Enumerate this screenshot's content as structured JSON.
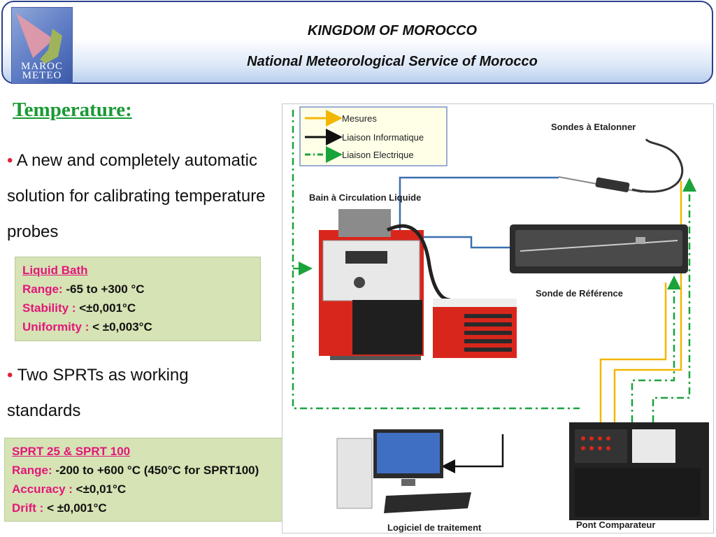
{
  "header": {
    "logo_line1": "MAROC",
    "logo_line2": "METEO",
    "title_line1": "KINGDOM OF MOROCCO",
    "title_line2": "National Meteorological Service of Morocco"
  },
  "section": {
    "title": "Temperature:"
  },
  "bullets": [
    {
      "symbol": "•",
      "text": "A new and completely automatic solution for calibrating temperature probes"
    },
    {
      "symbol": "•",
      "text": "Two SPRTs as working standards"
    }
  ],
  "liquid_bath": {
    "heading": "Liquid Bath",
    "range_label": "Range:",
    "range_value": "-65 to +300 °C",
    "stability_label": "Stability :",
    "stability_value": "<±0,001°C",
    "uniformity_label": "Uniformity :",
    "uniformity_value": "< ±0,003°C"
  },
  "sprt": {
    "heading": "SPRT 25  & SPRT 100",
    "range_label": "Range:",
    "range_value": "-200 to +600 °C (450°C for SPRT100)",
    "accuracy_label": "Accuracy :",
    "accuracy_value": "<±0,01°C",
    "drift_label": "Drift :",
    "drift_value": "< ±0,001°C"
  },
  "diagram": {
    "legend": [
      "Mesures",
      "Liaison Informatique",
      "Liaison Electrique"
    ],
    "labels": {
      "probes": "Sondes à Etalonner",
      "bath": "Bain à Circulation Liquide",
      "reference": "Sonde de Référence",
      "software": "Logiciel de traitement",
      "bridge": "Pont Comparateur"
    },
    "colors": {
      "mesures": "#f2b701",
      "informatique": "#111111",
      "electrique": "#1aa33a",
      "bath_red": "#d9261c",
      "pipe_blue": "#3a6fb0"
    }
  }
}
